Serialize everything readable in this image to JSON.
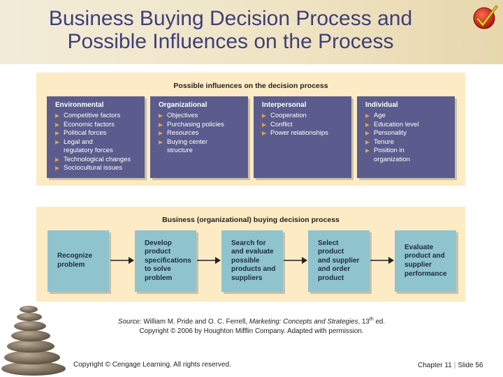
{
  "title_line1": "Business Buying Decision Process and",
  "title_line2": "Possible Influences on the Process",
  "influences": {
    "title": "Possible influences on the decision process",
    "columns": [
      {
        "heading": "Environmental",
        "items": [
          "Competitive factors",
          "Economic factors",
          "Political forces",
          "Legal and\nregulatory forces",
          "Technological changes",
          "Sociocultural issues"
        ]
      },
      {
        "heading": "Organizational",
        "items": [
          "Objectives",
          "Purchasing policies",
          "Resources",
          "Buying center\nstructure"
        ]
      },
      {
        "heading": "Interpersonal",
        "items": [
          "Cooperation",
          "Conflict",
          "Power relationships"
        ]
      },
      {
        "heading": "Individual",
        "items": [
          "Age",
          "Education level",
          "Personality",
          "Tenure",
          "Position in\norganization"
        ]
      }
    ]
  },
  "process": {
    "title": "Business (organizational) buying decision process",
    "steps": [
      "Recognize\nproblem",
      "Develop\nproduct\nspecifications\nto solve\nproblem",
      "Search for\nand evaluate\npossible\nproducts and\nsuppliers",
      "Select\nproduct\nand supplier\nand order\nproduct",
      "Evaluate\nproduct and\nsupplier\nperformance"
    ]
  },
  "source": {
    "label": "Source:",
    "authors": "William M. Pride and O. C. Ferrell,",
    "book": "Marketing: Concepts and Strategies",
    "edition_pre": ", 13",
    "edition_sup": "th",
    "edition_post": " ed.",
    "line2": "Copyright © 2006 by Houghton Mifflin Company. Adapted with permission."
  },
  "footer": {
    "copyright": "Copyright © Cengage Learning. All rights reserved.",
    "chapter": "Chapter 11",
    "slide": "Slide 56"
  },
  "colors": {
    "influence_box": "#5b5c8d",
    "process_box": "#8fc4cf",
    "panel": "#fcebc4",
    "bullet": "#e2a24a",
    "title_text": "#3d3f7a"
  }
}
